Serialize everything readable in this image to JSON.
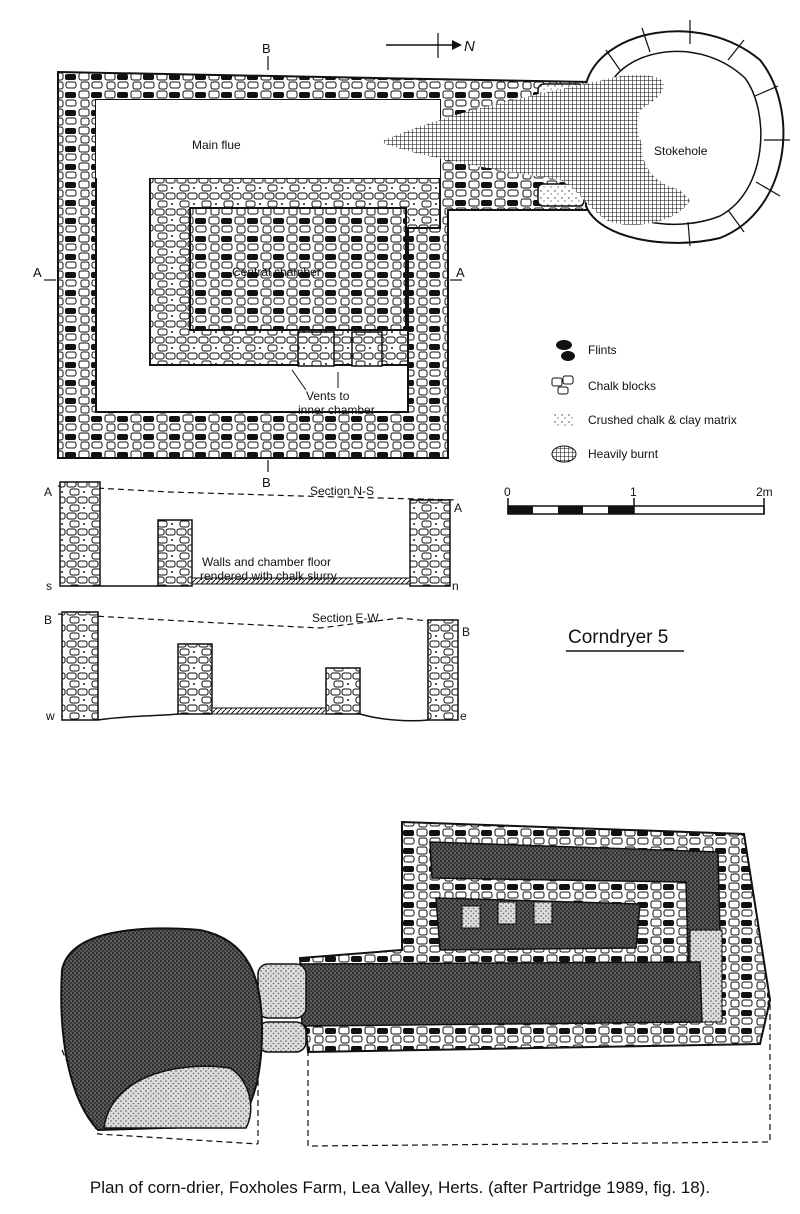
{
  "plan": {
    "north_label": "N",
    "section_markers": {
      "b_top": "B",
      "b_bottom": "B",
      "a_left": "A",
      "a_right": "A"
    },
    "labels": {
      "main_flue": "Main flue",
      "stokehole": "Stokehole",
      "central_chamber": "Central chamber",
      "vents_line1": "Vents to",
      "vents_line2": "inner chamber"
    }
  },
  "legend": {
    "items": [
      {
        "key": "flints",
        "label": "Flints",
        "color": "#111111"
      },
      {
        "key": "chalk",
        "label": "Chalk blocks",
        "color": "#ffffff"
      },
      {
        "key": "matrix",
        "label": "Crushed chalk & clay matrix",
        "color": "#ffffff"
      },
      {
        "key": "burnt",
        "label": "Heavily burnt",
        "color": "#333333"
      }
    ]
  },
  "scale_bar": {
    "labels": [
      "0",
      "1",
      "2m"
    ]
  },
  "section_ns": {
    "title": "Section N-S",
    "left_marker": "A",
    "right_marker": "A",
    "bottom_left": "s",
    "bottom_right": "n",
    "note_line1": "Walls and chamber floor",
    "note_line2": "rendered with chalk slurry"
  },
  "section_ew": {
    "title": "Section E-W",
    "left_marker": "B",
    "right_marker": "B",
    "bottom_left": "w",
    "bottom_right": "e"
  },
  "figure_title": "Corndryer 5",
  "caption": "Plan of corn-drier, Foxholes Farm, Lea Valley, Herts. (after Partridge 1989, fig. 18)."
}
